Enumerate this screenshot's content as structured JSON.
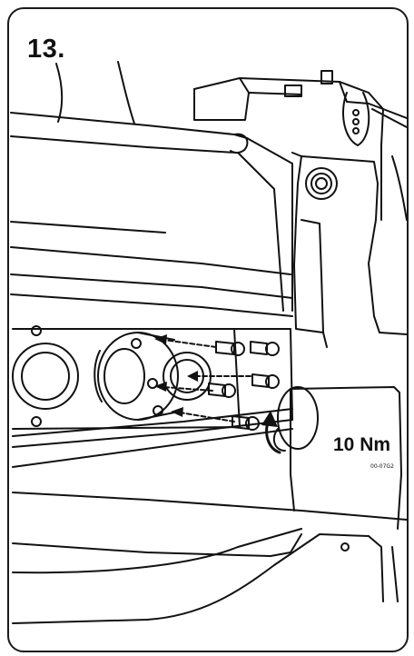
{
  "step": {
    "number": "13."
  },
  "torque": {
    "value": "10 Nm"
  },
  "code": {
    "text": "00-07G2"
  },
  "colors": {
    "ink": "#111111",
    "paper": "#ffffff",
    "border": "#1a1a1a"
  }
}
